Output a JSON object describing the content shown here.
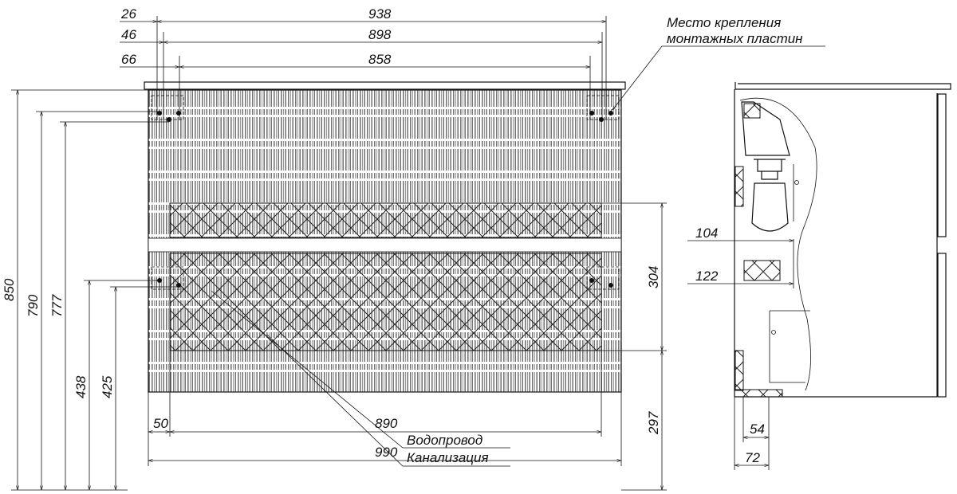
{
  "front_view": {
    "top_dims": [
      "26",
      "938",
      "46",
      "898",
      "66",
      "858"
    ],
    "left_dims": [
      "850",
      "790",
      "777",
      "438",
      "425"
    ],
    "right_dims": [
      "304",
      "297"
    ],
    "bottom_dims": [
      "50",
      "890",
      "990"
    ],
    "labels": {
      "water": "Водопровод",
      "sewer": "Канализация",
      "mount_line1": "Место крепления",
      "mount_line2": "монтажных пластин"
    }
  },
  "side_view": {
    "dims": [
      "104",
      "122",
      "54",
      "72"
    ]
  },
  "colors": {
    "line": "#111111",
    "background": "#ffffff"
  }
}
